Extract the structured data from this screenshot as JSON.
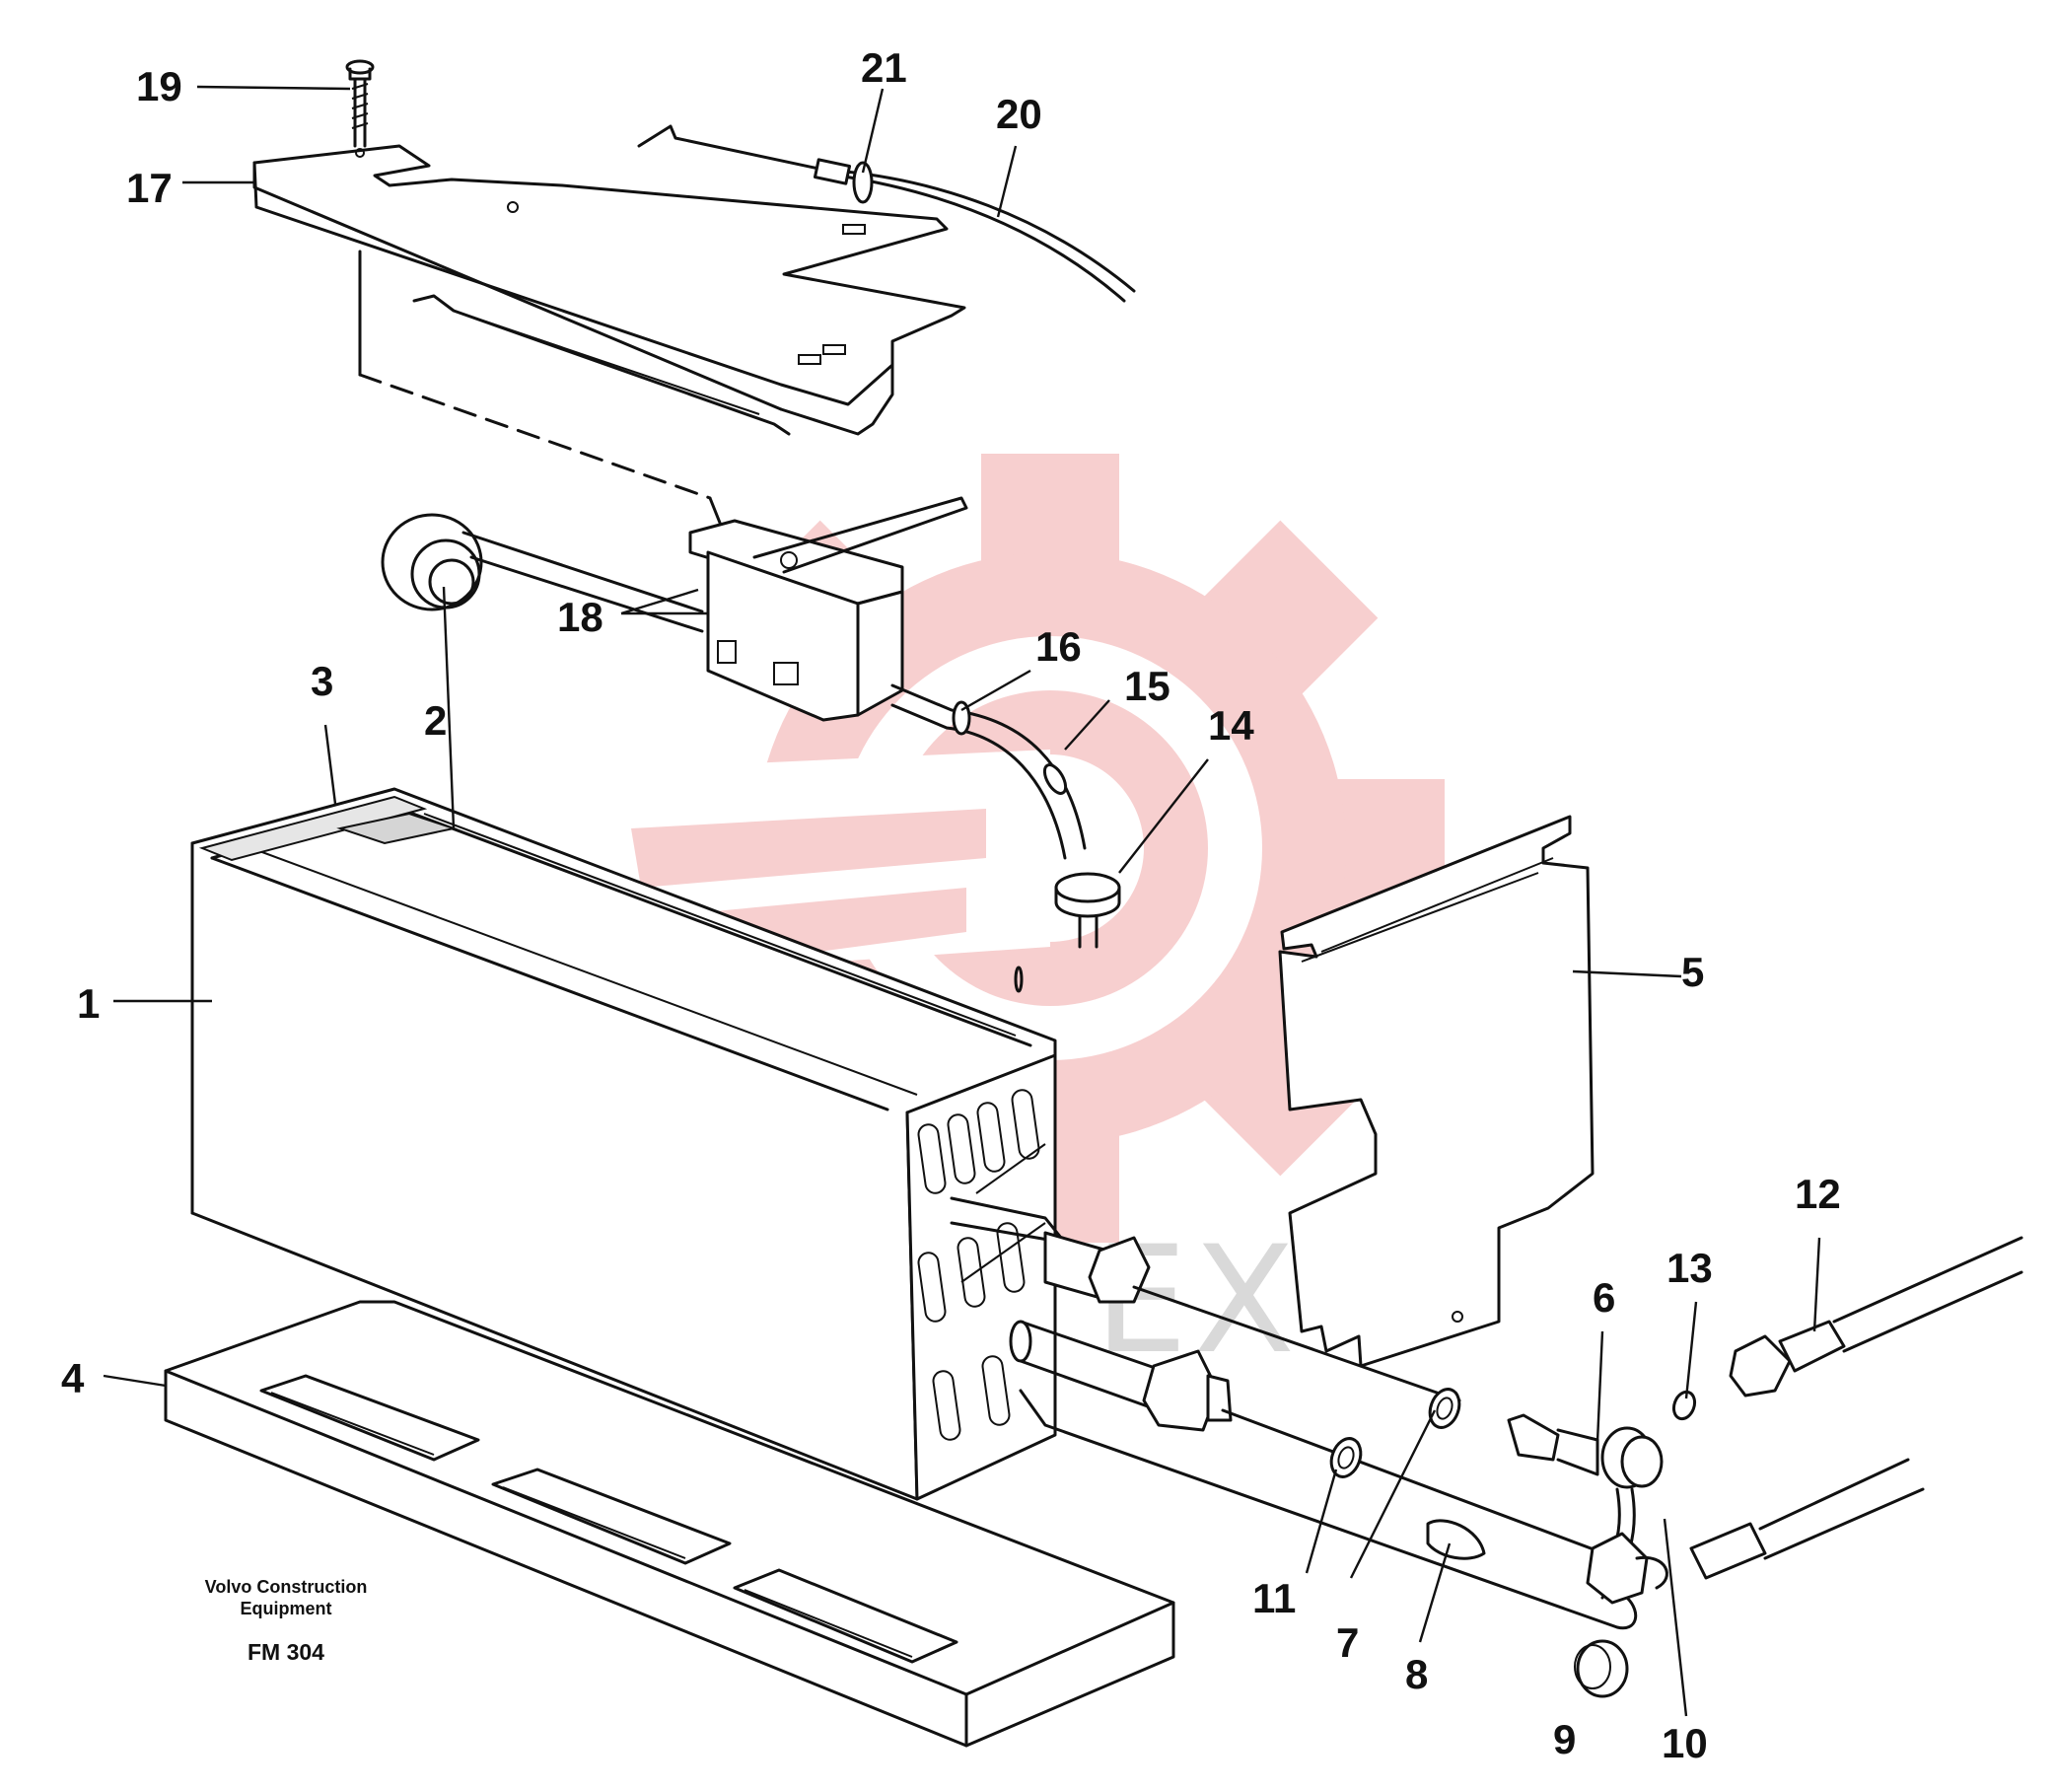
{
  "callouts": [
    {
      "id": "1",
      "text": "1"
    },
    {
      "id": "2",
      "text": "2"
    },
    {
      "id": "3",
      "text": "3"
    },
    {
      "id": "4",
      "text": "4"
    },
    {
      "id": "5",
      "text": "5"
    },
    {
      "id": "6",
      "text": "6"
    },
    {
      "id": "7",
      "text": "7"
    },
    {
      "id": "8",
      "text": "8"
    },
    {
      "id": "9",
      "text": "9"
    },
    {
      "id": "10",
      "text": "10"
    },
    {
      "id": "11",
      "text": "11"
    },
    {
      "id": "12",
      "text": "12"
    },
    {
      "id": "13",
      "text": "13"
    },
    {
      "id": "14",
      "text": "14"
    },
    {
      "id": "15",
      "text": "15"
    },
    {
      "id": "16",
      "text": "16"
    },
    {
      "id": "17",
      "text": "17"
    },
    {
      "id": "18",
      "text": "18"
    },
    {
      "id": "19",
      "text": "19"
    },
    {
      "id": "20",
      "text": "20"
    },
    {
      "id": "21",
      "text": "21"
    }
  ],
  "credit": {
    "line1": "Volvo Construction",
    "line2": "Equipment",
    "code": "FM 304"
  },
  "watermark": {
    "text": "ИНТЕХ",
    "gear_color": "#f7c9c9",
    "text_color": "#d9d9d9"
  }
}
